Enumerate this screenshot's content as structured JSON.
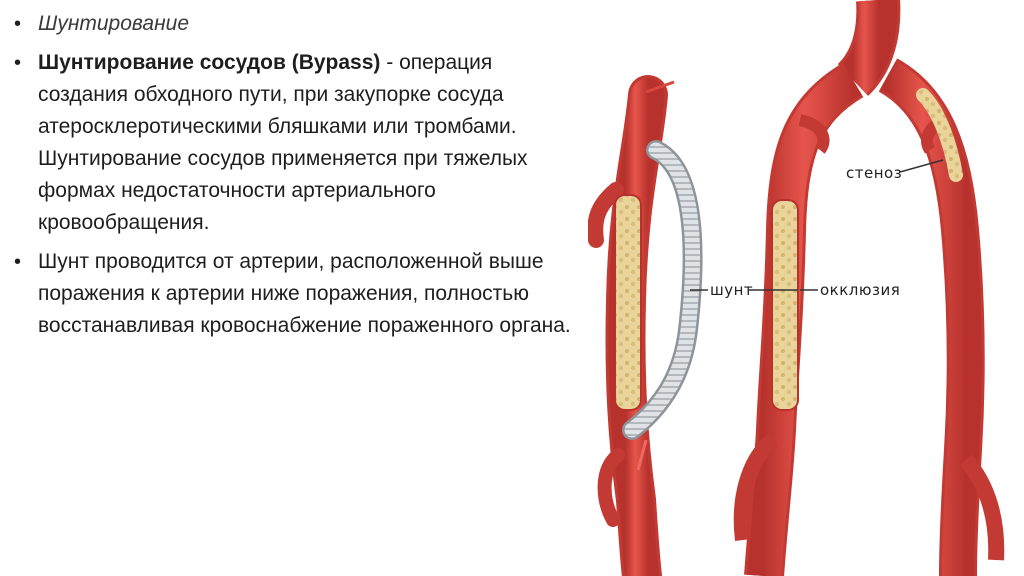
{
  "bullets": [
    {
      "text": "Шунтирование",
      "style": "italic"
    },
    {
      "bold": "Шунтирование сосудов (Bypass)",
      "text": " - операция создания обходного пути, при закупорке сосуда атеросклеротическими бляшками или тромбами. Шунтирование сосудов применяется при тяжелых формах недостаточности артериального кровообращения."
    },
    {
      "text": "Шунт проводится от артерии, расположенной выше поражения к артерии ниже поражения, полностью восстанавливая кровоснабжение пораженного органа."
    }
  ],
  "bullet_glyph": "•",
  "figure_labels": {
    "shunt": "шунт",
    "occlusion": "окклюзия",
    "stenosis": "стеноз"
  },
  "colors": {
    "artery": "#d9473f",
    "artery_dark": "#b8322d",
    "plaque": "#e8cf8f",
    "graft": "#d4d8dc"
  }
}
